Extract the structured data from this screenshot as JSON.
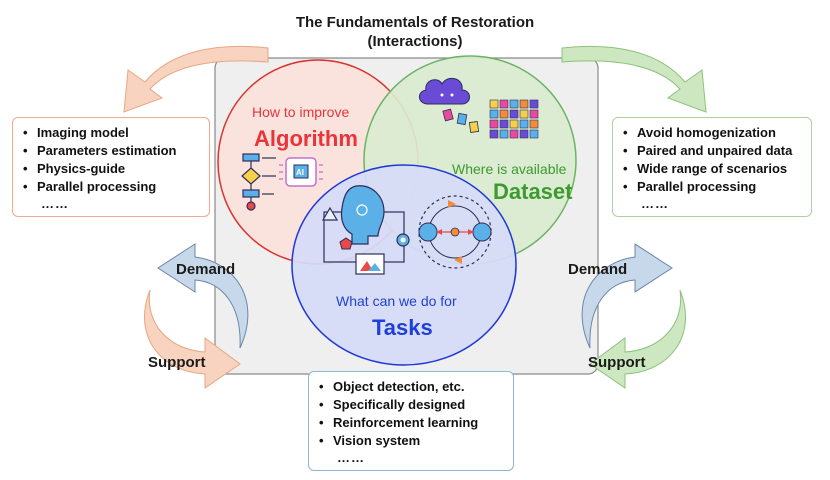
{
  "title": {
    "line1": "The Fundamentals of Restoration",
    "line2": "(Interactions)"
  },
  "circles": {
    "algorithm": {
      "caption": "How to improve",
      "heading": "Algorithm",
      "caption_color": "#e8343a",
      "heading_color": "#e8343a",
      "fill": "#fbe3dd",
      "stroke": "#d9362f"
    },
    "dataset": {
      "caption": "Where is available",
      "heading": "Dataset",
      "caption_color": "#3d9a2e",
      "heading_color": "#3d9a2e",
      "fill": "#d9ecd0",
      "stroke": "#6bb463"
    },
    "tasks": {
      "caption": "What can we do for",
      "heading": "Tasks",
      "caption_color": "#1f3fd8",
      "heading_color": "#1f3fd8",
      "fill": "#d6dcf7",
      "stroke": "#1f37d6"
    }
  },
  "left_box": {
    "items": [
      "Imaging model",
      "Parameters estimation",
      "Physics-guide",
      "Parallel processing"
    ],
    "more": "……"
  },
  "right_box": {
    "items": [
      "Avoid homogenization",
      "Paired and unpaired data",
      "Wide range of scenarios",
      "Parallel processing"
    ],
    "more": "……"
  },
  "bottom_box": {
    "items": [
      "Object detection, etc.",
      "Specifically designed",
      "Reinforcement learning",
      "Vision system"
    ],
    "more": "……"
  },
  "arrow_labels": {
    "demand_left": "Demand",
    "support_left": "Support",
    "demand_right": "Demand",
    "support_right": "Support"
  },
  "bullet": "•",
  "colors": {
    "panel_fill": "#efefef",
    "panel_stroke": "#8a8a8a",
    "arrow_orange": "#f8d3bf",
    "arrow_orange_stroke": "#e7a784",
    "arrow_green": "#cde8c0",
    "arrow_green_stroke": "#8cc27c",
    "arrow_blue": "#c7d8ea",
    "arrow_blue_stroke": "#6b87a6"
  },
  "icons": [
    "flowchart-icon",
    "ai-chip-icon",
    "cloud-data-icon",
    "data-grid-icon",
    "ai-head-icon",
    "cycle-diagram-icon"
  ]
}
